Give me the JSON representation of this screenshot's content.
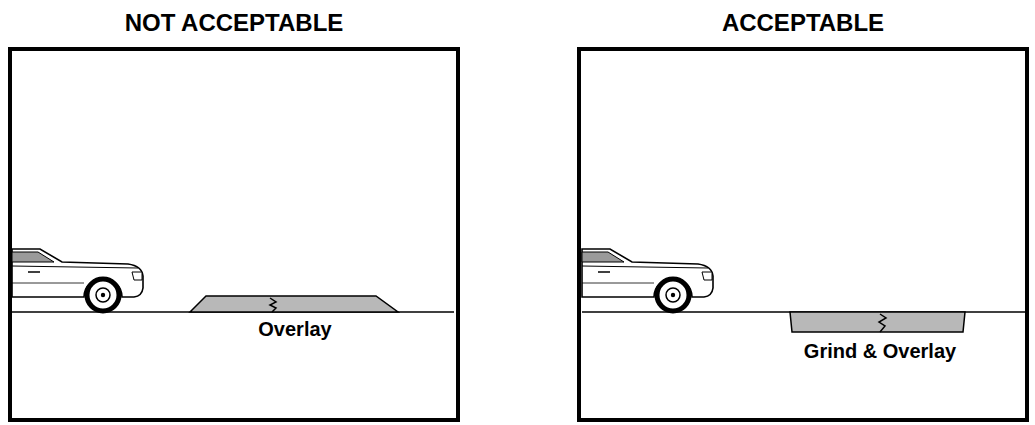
{
  "diagram": {
    "nodes": [
      {
        "text": [
          "NOT ACCEPTABLE"
        ]
      },
      {
        "text": [
          "ACCEPTABLE"
        ]
      }
    ],
    "labels": [
      "Overlay",
      "Grind & Overlay"
    ]
  }
}
